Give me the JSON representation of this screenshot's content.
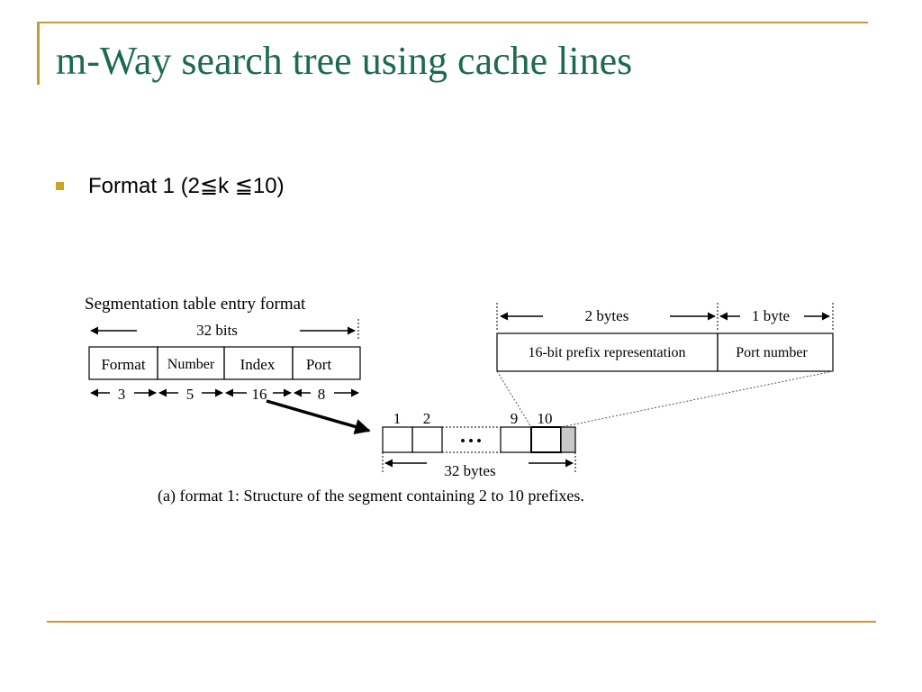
{
  "slide": {
    "title": "m-Way search tree using cache lines",
    "bullet": "Format 1 (2≦k ≦10)"
  },
  "diagram": {
    "entry_title": "Segmentation table entry format",
    "entry_width": "32 bits",
    "fields": [
      {
        "name": "Format",
        "bits": "3"
      },
      {
        "name": "Number",
        "bits": "5"
      },
      {
        "name": "Index",
        "bits": "16"
      },
      {
        "name": "Port",
        "bits": "8"
      }
    ],
    "prefix_bytes": "2 bytes",
    "port_bytes": "1 byte",
    "prefix_label": "16-bit prefix representation",
    "port_label": "Port number",
    "segment_labels": [
      "1",
      "2",
      "9",
      "10"
    ],
    "ellipsis": "• • •",
    "segment_size": "32 bytes",
    "caption": "(a) format 1: Structure of the segment containing 2 to 10 prefixes."
  },
  "colors": {
    "title": "#1d6b4e",
    "accent": "#cc9933",
    "bullet": "#c9a521",
    "shaded_cell": "#c8c8c8"
  }
}
